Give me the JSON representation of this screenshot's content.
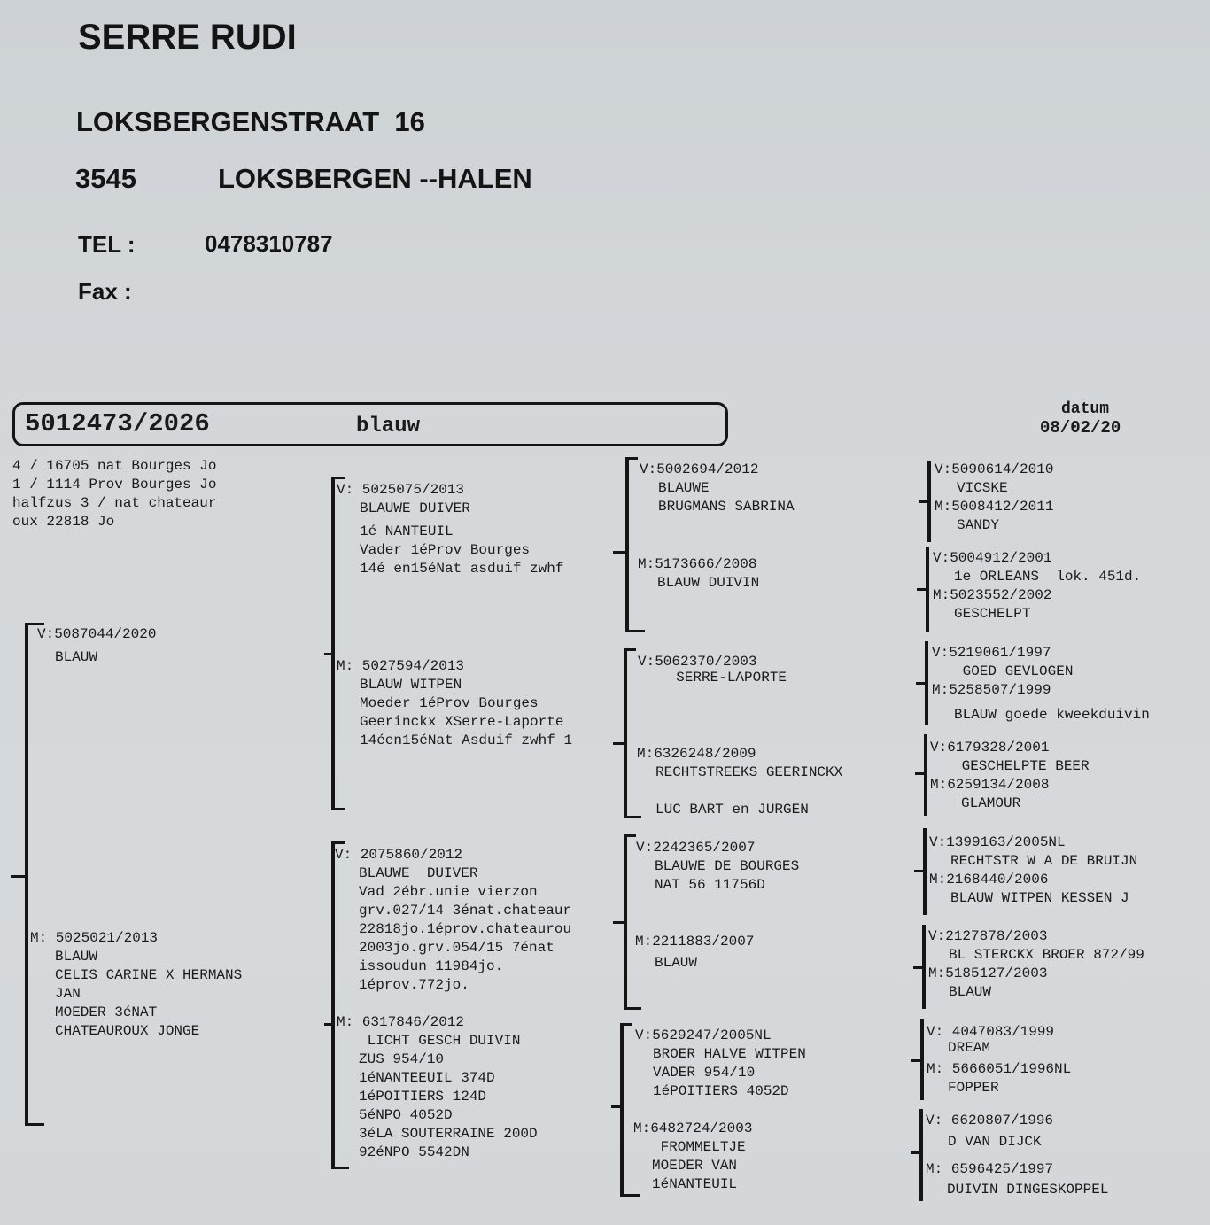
{
  "header": {
    "name": "SERRE RUDI",
    "street": "LOKSBERGENSTRAAT  16",
    "postcode": "3545",
    "city": "LOKSBERGEN --HALEN",
    "tel_label": "TEL :",
    "tel_value": "0478310787",
    "fax_label": "Fax :"
  },
  "pigeon": {
    "ring": "5012473/2026",
    "color": "blauw"
  },
  "date": {
    "label": "datum",
    "value": "08/02/20"
  },
  "results": [
    "4 / 16705 nat Bourges Jo",
    "1 / 1114 Prov Bourges Jo",
    "halfzus 3 / nat chateaur",
    "oux 22818 Jo"
  ],
  "gen1": {
    "father": {
      "label": "V:5087044/2020",
      "lines": [
        "BLAUW"
      ]
    },
    "mother": {
      "label": "M: 5025021/2013",
      "lines": [
        "BLAUW",
        "CELIS CARINE X HERMANS",
        "JAN",
        "MOEDER 3éNAT",
        "CHATEAUROUX JONGE"
      ]
    }
  },
  "gen2": {
    "ff": {
      "label": "V: 5025075/2013",
      "lines": [
        "BLAUWE DUIVER",
        "1é NANTEUIL",
        "Vader 1éProv Bourges",
        "14é en15éNat asduif zwhf"
      ]
    },
    "fm": {
      "label": "M: 5027594/2013",
      "lines": [
        "BLAUW WITPEN",
        "Moeder 1éProv Bourges",
        "Geerinckx XSerre-Laporte",
        "14éen15éNat Asduif zwhf 1"
      ]
    },
    "mf": {
      "label": "V: 2075860/2012",
      "lines": [
        "BLAUWE  DUIVER",
        "Vad 2ébr.unie vierzon",
        "grv.027/14 3énat.chateaur",
        "22818jo.1éprov.chateaurou",
        "2003jo.grv.054/15 7énat",
        "issoudun 11984jo.",
        "1éprov.772jo."
      ]
    },
    "mm": {
      "label": "M: 6317846/2012",
      "lines": [
        " LICHT GESCH DUIVIN",
        "ZUS 954/10",
        "1éNANTEEUIL 374D",
        "1éPOITIERS 124D",
        "5éNPO 4052D",
        "3éLA SOUTERRAINE 200D",
        "92éNPO 5542DN"
      ]
    }
  },
  "gen3": [
    {
      "label": "V:5002694/2012",
      "lines": [
        "BLAUWE",
        "BRUGMANS SABRINA"
      ]
    },
    {
      "label": "M:5173666/2008",
      "lines": [
        "BLAUW DUIVIN"
      ]
    },
    {
      "label": "V:5062370/2003",
      "lines": [
        "  SERRE-LAPORTE"
      ]
    },
    {
      "label": "M:6326248/2009",
      "lines": [
        "RECHTSTREEKS GEERINCKX",
        "",
        "LUC BART en JURGEN"
      ]
    },
    {
      "label": "V:2242365/2007",
      "lines": [
        "BLAUWE DE BOURGES",
        "NAT 56 11756D"
      ]
    },
    {
      "label": "M:2211883/2007",
      "lines": [
        "BLAUW"
      ]
    },
    {
      "label": "V:5629247/2005NL",
      "lines": [
        "BROER HALVE WITPEN",
        "VADER 954/10",
        "1éPOITIERS 4052D"
      ]
    },
    {
      "label": "M:6482724/2003",
      "lines": [
        " FROMMELTJE",
        "MOEDER VAN",
        "1éNANTEUIL"
      ]
    }
  ],
  "gen4": [
    {
      "v": "V:5090614/2010",
      "vl": "VICSKE",
      "m": "M:5008412/2011",
      "ml": "SANDY"
    },
    {
      "v": "V:5004912/2001",
      "vl": "1e ORLEANS  lok. 451d.",
      "m": "M:5023552/2002",
      "ml": "GESCHELPT"
    },
    {
      "v": "V:5219061/1997",
      "vl": " GOED GEVLOGEN",
      "m": "M:5258507/1999",
      "ml": "BLAUW goede kweekduivin"
    },
    {
      "v": "V:6179328/2001",
      "vl": " GESCHELPTE BEER",
      "m": "M:6259134/2008",
      "ml": "GLAMOUR"
    },
    {
      "v": "V:1399163/2005NL",
      "vl": "RECHTSTR W A DE BRUIJN",
      "m": "M:2168440/2006",
      "ml": "BLAUW WITPEN KESSEN J"
    },
    {
      "v": "V:2127878/2003",
      "vl": "BL STERCKX BROER 872/99",
      "m": "M:5185127/2003",
      "ml": "BLAUW"
    },
    {
      "v": "V: 4047083/1999",
      "vl": "DREAM",
      "m": "M: 5666051/1996NL",
      "ml": "FOPPER"
    },
    {
      "v": "V: 6620807/1996",
      "vl": "D VAN DIJCK",
      "m": "M: 6596425/1997",
      "ml": "DUIVIN DINGESKOPPEL"
    }
  ]
}
